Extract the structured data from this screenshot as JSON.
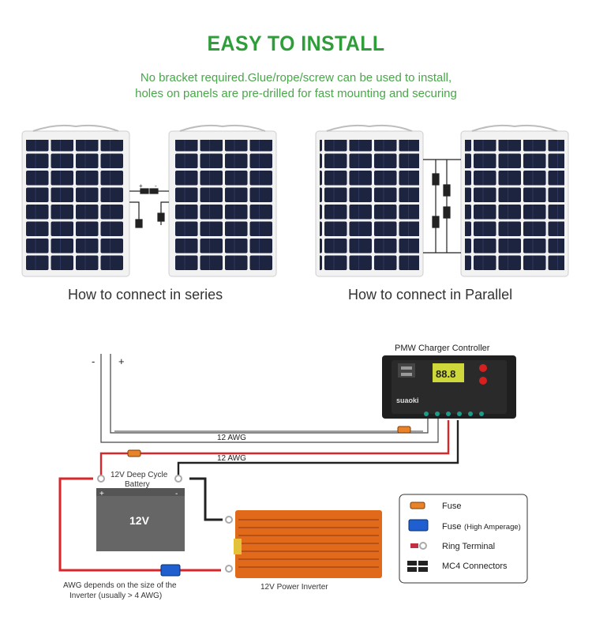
{
  "header": {
    "title": "EASY TO INSTALL",
    "subtitle_line1": "No bracket required.Glue/rope/screw can be used to install,",
    "subtitle_line2": "holes on panels are pre-drilled for fast mounting and securing"
  },
  "captions": {
    "series": "How to connect in series",
    "parallel": "How to connect in Parallel"
  },
  "wiring": {
    "minus": "-",
    "plus": "+",
    "controller_title": "PMW Charger Controller",
    "controller_brand": "suaoki",
    "lcd_reading": "88.8",
    "awg_top": "12 AWG",
    "awg_mid": "12 AWG",
    "battery_label_1": "12V Deep Cycle",
    "battery_label_2": "Battery",
    "battery_voltage": "12V",
    "inverter_label": "12V Power Inverter",
    "awg_note_1": "AWG depends on the size of the",
    "awg_note_2": "Inverter (usually > 4 AWG)"
  },
  "legend": {
    "fuse": "Fuse",
    "fuse_high": "Fuse",
    "fuse_high_sub": "(High Amperage)",
    "ring": "Ring Terminal",
    "mc4": "MC4 Connectors"
  },
  "colors": {
    "title_green": "#2f9d3a",
    "subtitle_green": "#4aa64a",
    "cell_blue": "#1c2440",
    "wire_red": "#d8262b",
    "wire_black": "#222222",
    "inverter_orange": "#e06a1a",
    "fuse_orange": "#e8832a",
    "fuse_blue": "#1f5fd0"
  }
}
